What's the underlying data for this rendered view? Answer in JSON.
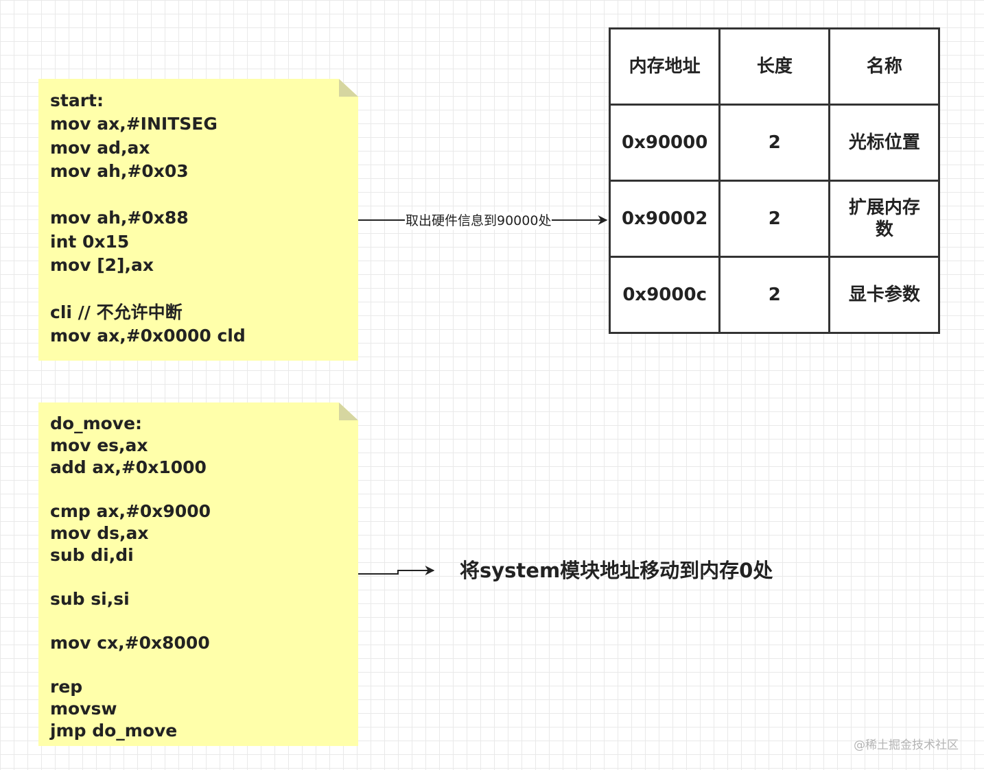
{
  "note_top": {
    "lines": [
      "start:",
      "mov ax,#INITSEG",
      "mov ad,ax",
      "mov ah,#0x03",
      "",
      "mov ah,#0x88",
      "int 0x15",
      "mov [2],ax",
      "",
      "cli // 不允许中断",
      "mov ax,#0x0000 cld"
    ]
  },
  "note_bottom": {
    "lines": [
      "do_move:",
      "mov es,ax",
      "add ax,#0x1000",
      "",
      "cmp ax,#0x9000",
      "mov ds,ax",
      "sub di,di",
      "",
      "sub si,si",
      "",
      "mov cx,#0x8000",
      "",
      "rep",
      "movsw",
      "jmp do_move"
    ]
  },
  "arrow_top_label": "取出硬件信息到90000处",
  "bottom_annotation": "将system模块地址移动到内存0处",
  "memory_table": {
    "header": [
      "内存地址",
      "长度",
      "名称"
    ],
    "rows": [
      [
        "0x90000",
        "2",
        "光标位置"
      ],
      [
        "0x90002",
        "2",
        "扩展内存数"
      ],
      [
        "0x9000c",
        "2",
        "显卡参数"
      ]
    ]
  },
  "watermark": "@稀土掘金技术社区",
  "colors": {
    "note_fill": "#ffffaa",
    "note_fold": "#d6d6a0",
    "stroke": "#333333",
    "grid": "#e9e9e9"
  }
}
